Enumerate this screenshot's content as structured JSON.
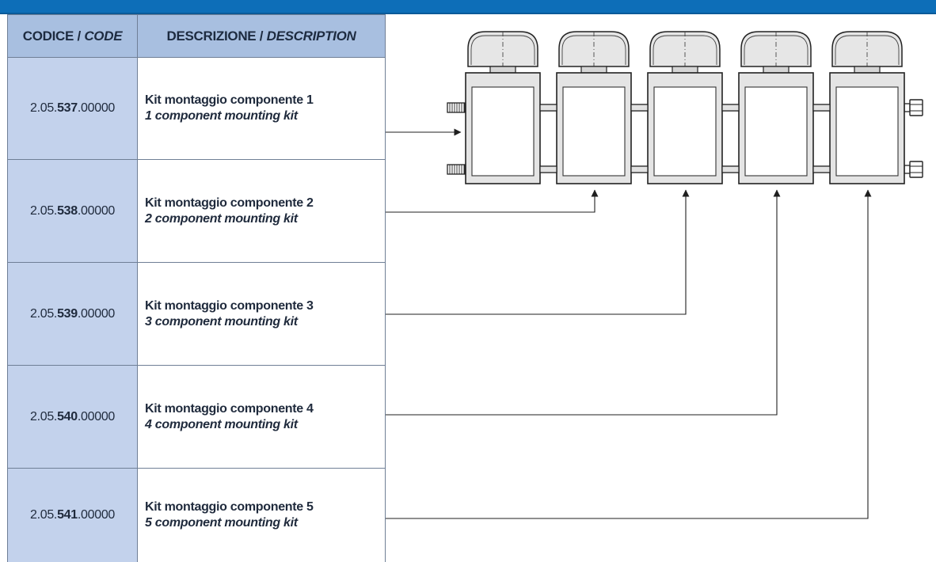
{
  "header": {
    "title": ""
  },
  "table": {
    "col_code_it": "CODICE / ",
    "col_code_en": "CODE",
    "col_desc_it": "DESCRIZIONE / ",
    "col_desc_en": "DESCRIPTION",
    "rows": [
      {
        "code_pre": "2.05.",
        "code_mid": "537",
        "code_post": ".00000",
        "it": "Kit montaggio componente 1",
        "en": "1 component mounting kit"
      },
      {
        "code_pre": "2.05.",
        "code_mid": "538",
        "code_post": ".00000",
        "it": "Kit montaggio componente 2",
        "en": "2 component mounting kit"
      },
      {
        "code_pre": "2.05.",
        "code_mid": "539",
        "code_post": ".00000",
        "it": "Kit montaggio componente 3",
        "en": "3 component mounting kit"
      },
      {
        "code_pre": "2.05.",
        "code_mid": "540",
        "code_post": ".00000",
        "it": "Kit montaggio componente 4",
        "en": "4 component mounting kit"
      },
      {
        "code_pre": "2.05.",
        "code_mid": "541",
        "code_post": ".00000",
        "it": "Kit montaggio componente 5",
        "en": "5 component mounting kit"
      }
    ]
  },
  "drawing": {
    "component_count": 5,
    "icon": "mounting-kit-assembly-drawing"
  },
  "colors": {
    "header_bar": "#0d6eb8",
    "header_cells": "#a8bfe0",
    "code_cells": "#c3d2ec"
  }
}
